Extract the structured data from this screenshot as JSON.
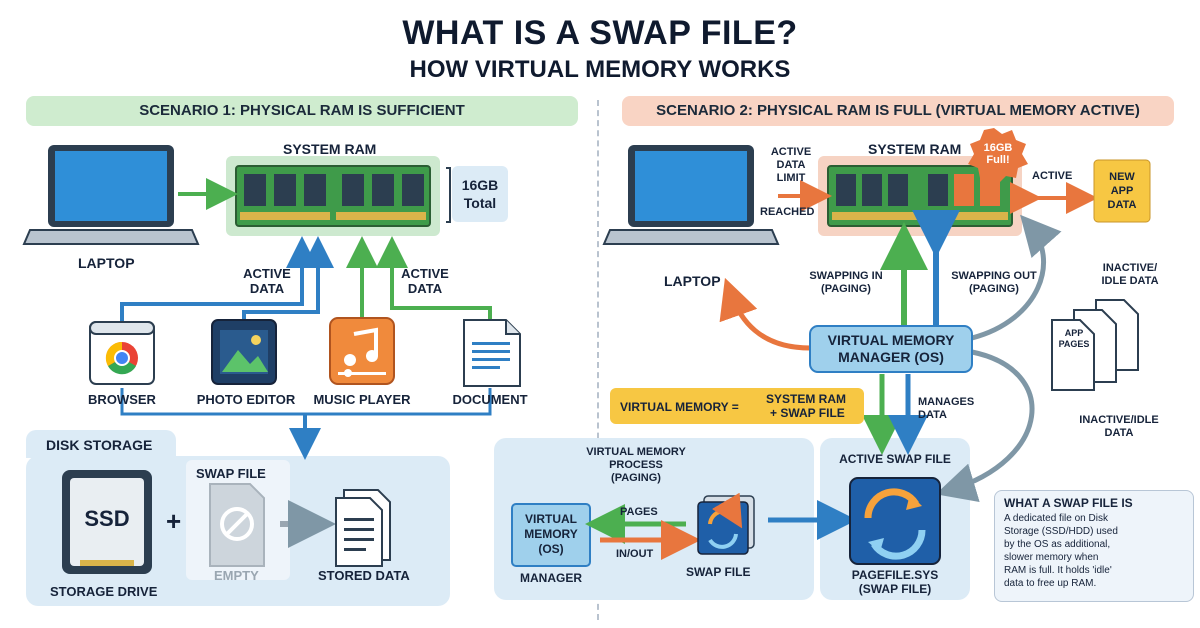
{
  "header": {
    "title": "WHAT IS A SWAP FILE?",
    "subtitle": "HOW VIRTUAL MEMORY WORKS"
  },
  "scenario1": {
    "banner": "SCENARIO 1: PHYSICAL RAM IS SUFFICIENT",
    "ram_title": "SYSTEM RAM",
    "ram_size_line1": "16GB",
    "ram_size_line2": "Total",
    "laptop_label": "LAPTOP",
    "active_data_left": [
      "ACTIVE",
      "DATA"
    ],
    "active_data_right": [
      "ACTIVE",
      "DATA"
    ],
    "apps": [
      {
        "label": "BROWSER",
        "icon": "browser-icon"
      },
      {
        "label": "PHOTO EDITOR",
        "icon": "photo-editor-icon"
      },
      {
        "label": "MUSIC PLAYER",
        "icon": "music-player-icon"
      },
      {
        "label": "DOCUMENT",
        "icon": "document-icon"
      }
    ],
    "disk_title": "DISK STORAGE",
    "ssd_text": "SSD",
    "plus": "+",
    "storage_drive_label": "STORAGE DRIVE",
    "swap_file_label": "SWAP FILE",
    "swap_empty_label": "EMPTY",
    "stored_data_label": "STORED DATA"
  },
  "scenario2": {
    "banner": "SCENARIO 2: PHYSICAL RAM IS FULL (VIRTUAL MEMORY ACTIVE)",
    "ram_title": "SYSTEM RAM",
    "full_badge_line1": "16GB",
    "full_badge_line2": "Full!",
    "limit_label": [
      "ACTIVE",
      "DATA",
      "LIMIT"
    ],
    "reached_label": "REACHED",
    "active_label": "ACTIVE",
    "new_app_data": [
      "NEW",
      "APP",
      "DATA"
    ],
    "laptop_label": "LAPTOP",
    "swapping_in": [
      "SWAPPING IN",
      "(PAGING)"
    ],
    "swapping_out": [
      "SWAPPING OUT",
      "(PAGING)"
    ],
    "inactive_idle_top": [
      "INACTIVE/",
      "IDLE DATA"
    ],
    "app_pages": [
      "APP",
      "PAGES"
    ],
    "vmm": [
      "VIRTUAL MEMORY",
      "MANAGER (OS)"
    ],
    "equation": [
      "VIRTUAL MEMORY =",
      "SYSTEM RAM",
      "+ SWAP FILE"
    ],
    "manages_data": [
      "MANAGES",
      "DATA"
    ],
    "inactive_idle_bottom": [
      "INACTIVE/IDLE",
      "DATA"
    ],
    "process_title": [
      "VIRTUAL MEMORY",
      "PROCESS",
      "(PAGING)"
    ],
    "vm_os_box": [
      "VIRTUAL",
      "MEMORY",
      "(OS)"
    ],
    "manager_label": "MANAGER",
    "pages_label": "PAGES",
    "in_out_label": "IN/OUT",
    "swap_file_label": "SWAP FILE",
    "active_swap_title": "ACTIVE SWAP FILE",
    "pagefile_label": [
      "PAGEFILE.SYS",
      "(SWAP FILE)"
    ],
    "note_title": "WHAT A SWAP FILE IS",
    "note_body": [
      "A dedicated file on Disk",
      "Storage (SSD/HDD) used",
      "by the OS as additional,",
      "slower memory when",
      "RAM is full. It holds 'idle'",
      "data to free up RAM."
    ]
  },
  "colors": {
    "green_banner": "#cfeccf",
    "orange_banner": "#f9d4c4",
    "yellow": "#f7c743",
    "orange": "#e8763e",
    "blue_arrow": "#2f7fc4",
    "green_arrow": "#4caf50",
    "panel_blue": "#dcebf6",
    "vmm_blue": "#9fd0ec"
  }
}
